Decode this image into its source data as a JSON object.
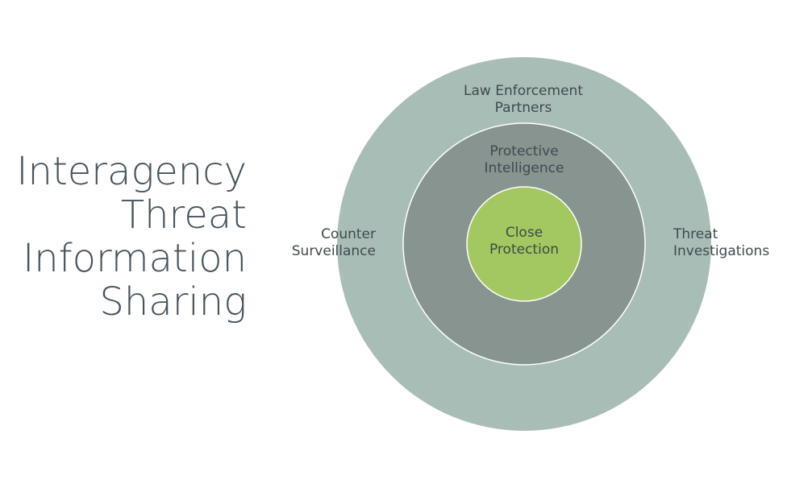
{
  "title": {
    "lines": [
      "Interagency",
      "Threat",
      "Information",
      "Sharing"
    ]
  },
  "diagram": {
    "outer_ring": {
      "top_label": [
        "Law Enforcement",
        "Partners"
      ],
      "left_label": [
        "Counter",
        "Surveillance"
      ],
      "right_label": [
        "Threat",
        "Investigations"
      ],
      "color": "#a9bdb7"
    },
    "middle_ring": {
      "label": [
        "Protective",
        "Intelligence"
      ],
      "color": "#87948f"
    },
    "center": {
      "label": [
        "Close",
        "Protection"
      ],
      "color": "#a3c862"
    },
    "ring_border_color": "#ffffff"
  }
}
